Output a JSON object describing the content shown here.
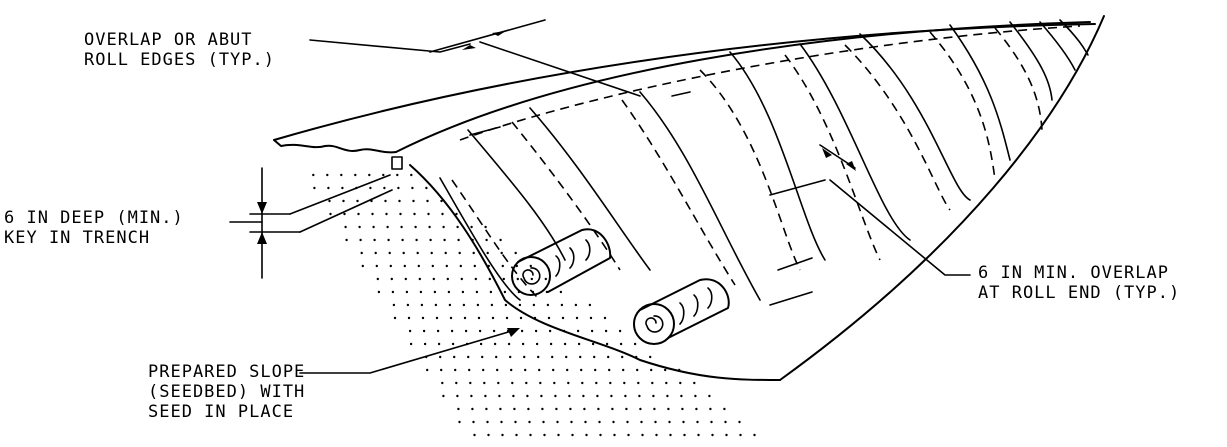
{
  "figure": {
    "callouts": {
      "overlap_edges": {
        "line1": "OVERLAP OR ABUT",
        "line2": "ROLL EDGES (TYP.)"
      },
      "key_trench": {
        "line1": "6 IN DEEP (MIN.)",
        "line2": "KEY IN TRENCH"
      },
      "overlap_end": {
        "line1": "6 IN MIN. OVERLAP",
        "line2": "AT ROLL END (TYP.)"
      },
      "prepared_slope": {
        "line1": "PREPARED SLOPE",
        "line2": "(SEEDBED) WITH",
        "line3": "SEED IN PLACE"
      }
    },
    "colors": {
      "ink": "#000000",
      "background": "#ffffff"
    }
  }
}
